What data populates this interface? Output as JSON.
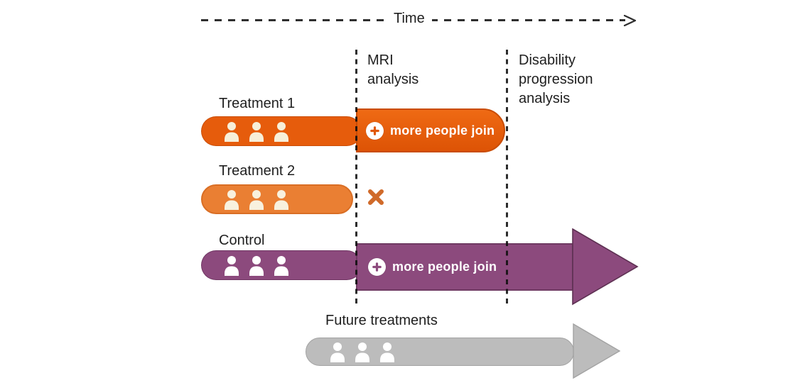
{
  "palette": {
    "deep_orange": "#e65c0c",
    "light_orange": "#ea7f33",
    "purple": "#8c4a7d",
    "gray": "#bcbcbc",
    "ink": "#1f1f1f"
  },
  "timeline": {
    "label": "Time",
    "arrow_icon": "arrow-right-icon"
  },
  "checkpoints": [
    {
      "id": "mri",
      "lines": [
        "MRI",
        "analysis"
      ]
    },
    {
      "id": "disability-progression",
      "lines": [
        "Disability",
        "progression",
        "analysis"
      ]
    }
  ],
  "rows": [
    {
      "id": "treatment-1",
      "label": "Treatment 1",
      "participants": 3,
      "join_label": "more people join",
      "plus_icon": "plus-icon"
    },
    {
      "id": "treatment-2",
      "label": "Treatment 2",
      "participants": 3,
      "stop_icon": "x-icon"
    },
    {
      "id": "control",
      "label": "Control",
      "participants": 3,
      "join_label": "more people join",
      "plus_icon": "plus-icon"
    },
    {
      "id": "future-treatments",
      "label": "Future treatments",
      "participants": 3
    }
  ]
}
